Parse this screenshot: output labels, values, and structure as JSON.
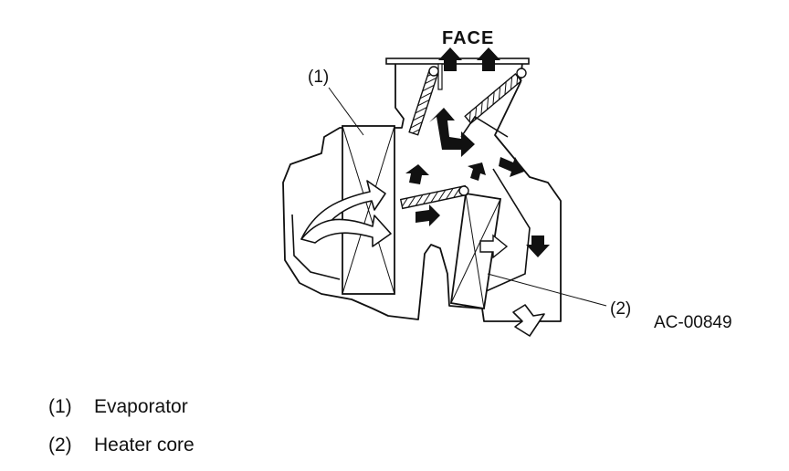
{
  "diagram": {
    "label_face": "FACE",
    "callout_1": "(1)",
    "callout_2": "(2)",
    "figure_code": "AC-00849"
  },
  "legend": [
    {
      "num": "(1)",
      "text": "Evaporator"
    },
    {
      "num": "(2)",
      "text": "Heater core"
    }
  ],
  "colors": {
    "ink": "#111111",
    "paper": "#ffffff"
  }
}
